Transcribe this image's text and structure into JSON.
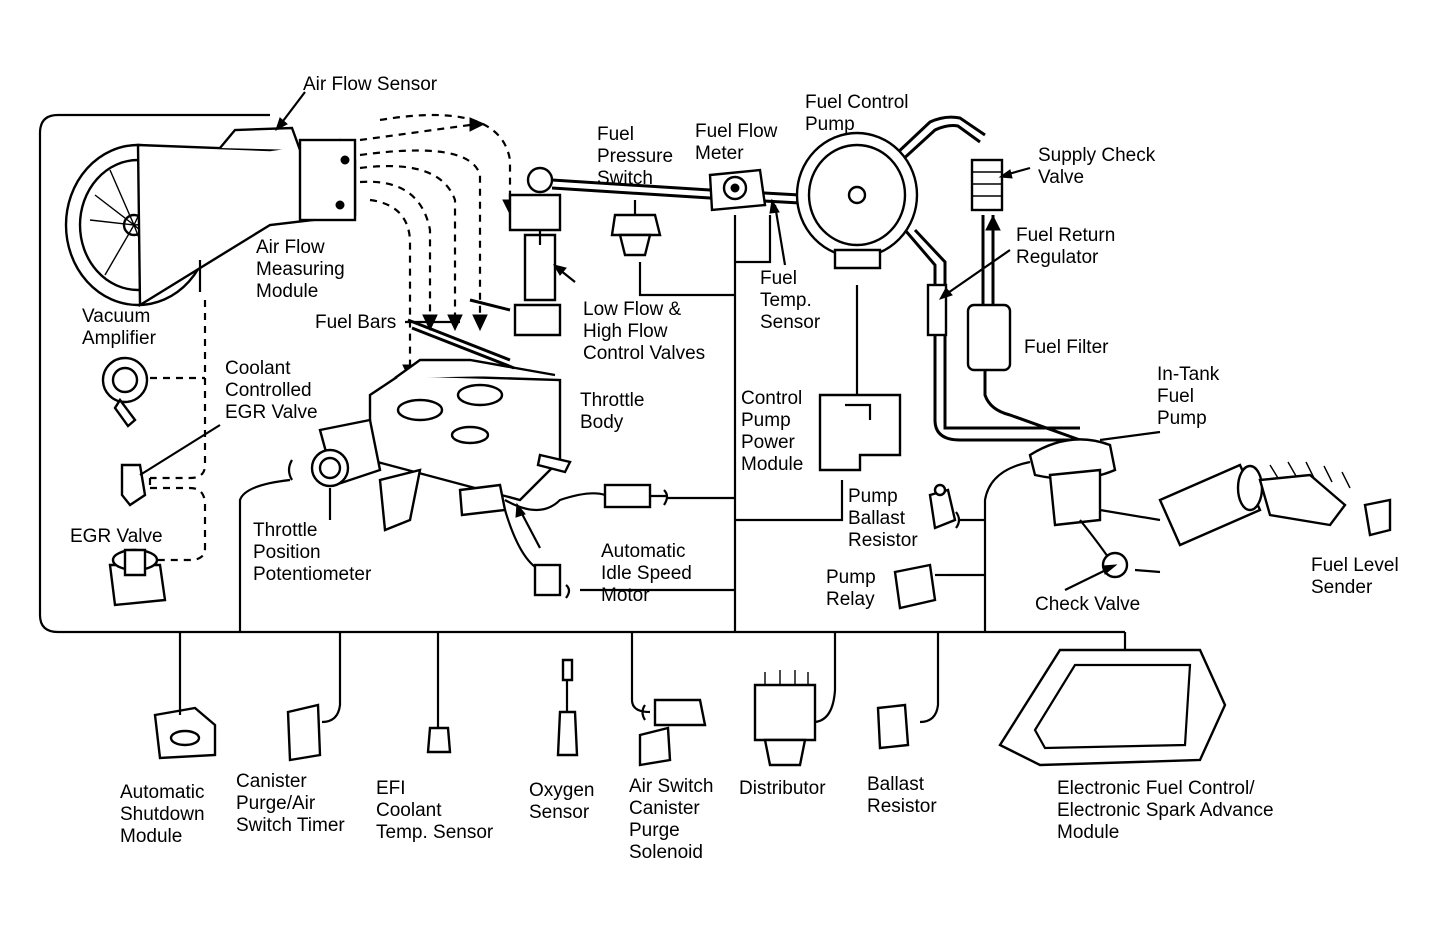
{
  "labels": {
    "air_flow_sensor": "Air Flow Sensor",
    "air_flow_measuring_module": "Air Flow\nMeasuring\nModule",
    "vacuum_amplifier": "Vacuum\nAmplifier",
    "coolant_controlled_egr_valve": "Coolant\nControlled\nEGR Valve",
    "egr_valve": "EGR Valve",
    "fuel_bars": "Fuel Bars",
    "fuel_pressure_switch": "Fuel\nPressure\nSwitch",
    "fuel_flow_meter": "Fuel Flow\nMeter",
    "fuel_control_pump": "Fuel Control\nPump",
    "supply_check_valve": "Supply Check\nValve",
    "fuel_return_regulator": "Fuel Return\nRegulator",
    "fuel_temp_sensor": "Fuel\nTemp.\nSensor",
    "flow_control_valves": "Low Flow &\nHigh Flow\nControl Valves",
    "fuel_filter": "Fuel Filter",
    "in_tank_fuel_pump": "In-Tank\nFuel\nPump",
    "throttle_body": "Throttle\nBody",
    "control_pump_power_module": "Control\nPump\nPower\nModule",
    "pump_ballast_resistor": "Pump\nBallast\nResistor",
    "throttle_position_potentiometer": "Throttle\nPosition\nPotentiometer",
    "automatic_idle_speed_motor": "Automatic\nIdle Speed\nMotor",
    "pump_relay": "Pump\nRelay",
    "check_valve": "Check Valve",
    "fuel_level_sender": "Fuel Level\nSender",
    "automatic_shutdown_module": "Automatic\nShutdown\nModule",
    "canister_purge_air_switch_timer": "Canister\nPurge/Air\nSwitch Timer",
    "efi_coolant_temp_sensor": "EFI\nCoolant\nTemp. Sensor",
    "oxygen_sensor": "Oxygen\nSensor",
    "air_switch_canister_purge_solenoid": "Air Switch\nCanister\nPurge\nSolenoid",
    "distributor": "Distributor",
    "ballast_resistor": "Ballast\nResistor",
    "electronic_fuel_control_module": "Electronic Fuel Control/\nElectronic Spark Advance\nModule"
  }
}
